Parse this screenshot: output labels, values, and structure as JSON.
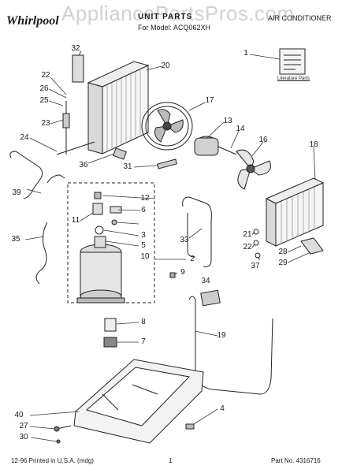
{
  "watermark": "AppliancePartsPros.com",
  "header": {
    "brand": "Whirlpool",
    "title": "UNIT PARTS",
    "subtitle": "For Model: ACQ062XH",
    "right_title": "AIR CONDITIONER"
  },
  "literature_label": "Literature Parts",
  "footer": {
    "left": "12-96 Printed in U.S.A. (mdg)",
    "center": "1",
    "right": "Part No. 4316716"
  },
  "callouts": {
    "c1": "1",
    "c2": "2",
    "c3": "3",
    "c4": "4",
    "c5": "5",
    "c6": "6",
    "c7": "7",
    "c8": "8",
    "c9": "9",
    "c10": "10",
    "c11": "11",
    "c12": "12",
    "c13": "13",
    "c14": "14",
    "c16": "16",
    "c17": "17",
    "c18": "18",
    "c19": "19",
    "c20": "20",
    "c21": "21",
    "c22a": "22",
    "c22b": "22",
    "c23": "23",
    "c24": "24",
    "c25": "25",
    "c26": "26",
    "c27": "27",
    "c28": "28",
    "c29": "29",
    "c30": "30",
    "c31": "31",
    "c32": "32",
    "c33": "33",
    "c34": "34",
    "c35": "35",
    "c36": "36",
    "c37": "37",
    "c39": "39",
    "c40": "40"
  }
}
